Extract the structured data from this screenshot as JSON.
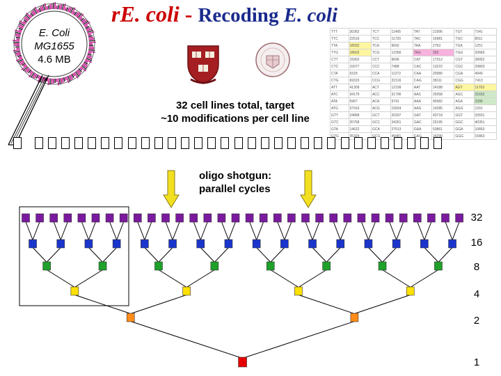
{
  "genome": {
    "lines": [
      "E. Coli",
      "MG1655",
      "4.6 MB"
    ]
  },
  "title": {
    "part1": "r",
    "part2": "E. coli",
    "part3": " - ",
    "part4": "Recoding ",
    "part5": "E. coli"
  },
  "target": {
    "line1": "32 cell lines total, target",
    "line2": "~10 modifications per cell line"
  },
  "oligo": {
    "line1": "oligo shotgun:",
    "line2": "parallel cycles"
  },
  "levels": [
    {
      "count": "32"
    },
    {
      "count": "16"
    },
    {
      "count": "8"
    },
    {
      "count": "4"
    },
    {
      "count": "2"
    },
    {
      "count": "1"
    }
  ],
  "colors": {
    "purple": "#7a1a9e",
    "blue": "#1a35cc",
    "green": "#1fa02a",
    "yellow": "#ffe000",
    "orange": "#ff8c1a",
    "red": "#e60000",
    "arrow": "#f2e020"
  },
  "codon_table": {
    "rows": [
      [
        "TTT",
        "30362",
        "TCT",
        "11495",
        "TAT",
        "21996",
        "TGT",
        "7341"
      ],
      [
        "TTC",
        "22516",
        "TCC",
        "11720",
        "TAC",
        "16981",
        "TGC",
        "8911"
      ],
      [
        "TTA",
        "18932",
        "TCA",
        "9692",
        "TAA",
        "2763",
        "TGA",
        "1251"
      ],
      [
        "TTG",
        "18602",
        "TCG",
        "12356",
        "TAG",
        "326",
        "TGG",
        "20683"
      ],
      [
        "CTT",
        "15902",
        "CCT",
        "9696",
        "CAT",
        "17312",
        "CGT",
        "28052"
      ],
      [
        "CTC",
        "15077",
        "CCC",
        "7488",
        "CAC",
        "13222",
        "CGC",
        "29803"
      ],
      [
        "CTA",
        "5318",
        "CCA",
        "11272",
        "CAA",
        "20980",
        "CGA",
        "4940"
      ],
      [
        "CTG",
        "69315",
        "CCG",
        "31516",
        "CAG",
        "39111",
        "CGG",
        "7413"
      ],
      [
        "ATT",
        "41309",
        "ACT",
        "12199",
        "AAT",
        "24188",
        "AGT",
        "11703"
      ],
      [
        "ATC",
        "34179",
        "ACC",
        "31796",
        "AAC",
        "29358",
        "AGC",
        "21652"
      ],
      [
        "ATA",
        "5967",
        "ACA",
        "9741",
        "AAA",
        "45582",
        "AGA",
        "2396"
      ],
      [
        "ATG",
        "37916",
        "ACG",
        "19924",
        "AAG",
        "14285",
        "AGG",
        "1291"
      ],
      [
        "GTT",
        "24858",
        "GCT",
        "20297",
        "GAT",
        "43718",
        "GGT",
        "33551"
      ],
      [
        "GTC",
        "20758",
        "GCC",
        "34261",
        "GAC",
        "25195",
        "GGC",
        "40351"
      ],
      [
        "GTA",
        "14622",
        "GCA",
        "27513",
        "GAA",
        "53861",
        "GGA",
        "10853"
      ],
      [
        "GTG",
        "35324",
        "GCG",
        "45981",
        "GAG",
        "24290",
        "GGG",
        "15863"
      ]
    ]
  }
}
